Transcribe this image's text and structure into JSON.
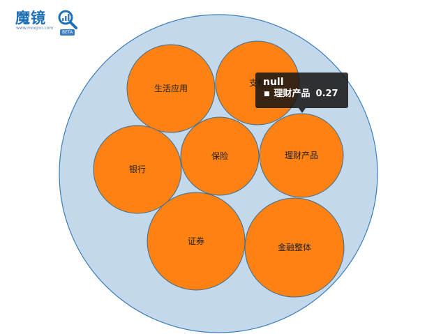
{
  "logo": {
    "brand": "魔镜",
    "site": "www.moojnn.com",
    "badge": "BETA",
    "icon": "magnifier-chart-icon"
  },
  "colors": {
    "outer_fill": "#c3d8ea",
    "outer_stroke": "#3a7db8",
    "bubble_fill": "#fd8113",
    "bubble_stroke": "#3a6f95"
  },
  "chart_data": {
    "type": "bubble-pack",
    "title": "",
    "series": [
      {
        "name": "生活应用"
      },
      {
        "name": "支付"
      },
      {
        "name": "银行"
      },
      {
        "name": "保险"
      },
      {
        "name": "理财产品",
        "value": 0.27
      },
      {
        "name": "证券"
      },
      {
        "name": "金融整体"
      }
    ]
  },
  "tooltip": {
    "title": "null",
    "marker": "■",
    "label": "理财产品",
    "value": "0.27"
  }
}
